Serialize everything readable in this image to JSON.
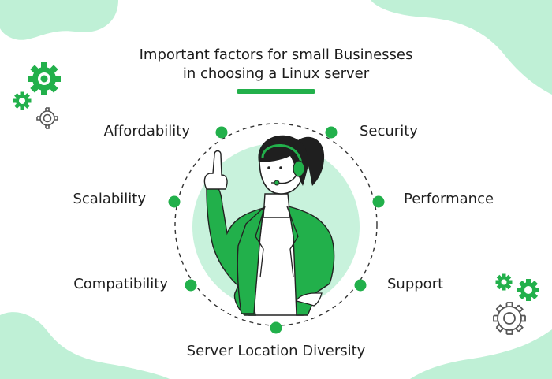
{
  "title": {
    "line1": "Important factors for small Businesses",
    "line2": "in choosing a Linux server"
  },
  "factors": [
    "Affordability",
    "Security",
    "Scalability",
    "Performance",
    "Compatibility",
    "Support",
    "Server Location Diversity"
  ],
  "colors": {
    "accent": "#22b04b",
    "blob": "#bff0d6",
    "circle": "#c8f2dc",
    "jacket": "#22b04b",
    "dashed_ring": "#333333"
  },
  "icons": [
    "gear-icon",
    "headset-icon",
    "person-illustration"
  ]
}
